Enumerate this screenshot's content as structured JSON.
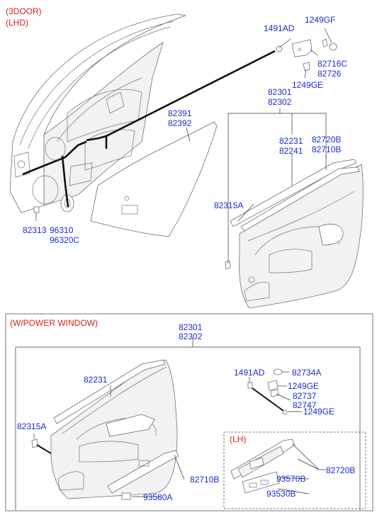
{
  "headers": {
    "door_type": "(3DOOR)",
    "side": "(LHD)",
    "power_window": "(W/POWER WINDOW)",
    "lh": "(LH)"
  },
  "parts": {
    "p_1491AD_top": "1491AD",
    "p_1249GF": "1249GF",
    "p_82716C": "82716C",
    "p_82726": "82726",
    "p_1249GE_top": "1249GE",
    "p_82301_top": "82301",
    "p_82302_top": "82302",
    "p_82391": "82391",
    "p_82392": "82392",
    "p_82231_top": "82231",
    "p_82241": "82241",
    "p_82720B_top": "82720B",
    "p_82710B_top": "82710B",
    "p_82315A_top": "82315A",
    "p_82313": "82313",
    "p_96310": "96310",
    "p_96320C": "96320C",
    "p_82301_bot": "82301",
    "p_82302_bot": "82302",
    "p_82231_bot": "82231",
    "p_82315A_bot": "82315A",
    "p_1491AD_bot": "1491AD",
    "p_82734A": "82734A",
    "p_1249GE_mid": "1249GE",
    "p_82737": "82737",
    "p_82747": "82747",
    "p_1249GE_bot": "1249GE",
    "p_82710B_bot": "82710B",
    "p_93580A": "93580A",
    "p_82720B_bot": "82720B",
    "p_93570B": "93570B",
    "p_93530B": "93530B"
  }
}
